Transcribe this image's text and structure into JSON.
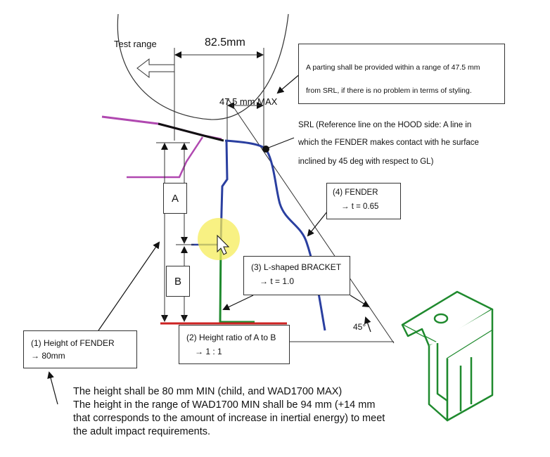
{
  "labels": {
    "test_range": "Test range",
    "dim_82_5": "82.5mm",
    "dim_47_5_max": "47.5 mm MAX",
    "letter_a": "A",
    "letter_b": "B",
    "angle_45": "45°"
  },
  "parting_note": {
    "line1": "A parting shall be provided within a range of 47.5 mm",
    "line2": "from SRL, if there is no problem in terms of styling."
  },
  "srl_note": {
    "line1": "SRL (Reference line on the HOOD side: A line in",
    "line2": "which the FENDER makes contact with he surface",
    "line3": "inclined by 45 deg with respect to GL)"
  },
  "fender_box": {
    "title": "(4) FENDER",
    "value": "→ t = 0.65"
  },
  "bracket_box": {
    "title": "(3) L-shaped BRACKET",
    "value": "→ t = 1.0"
  },
  "ratio_box": {
    "title": "(2) Height ratio of A to B",
    "value": "→ 1 : 1"
  },
  "height_box": {
    "title": "(1) Height of FENDER",
    "value": "→ 80mm"
  },
  "bottom_note": {
    "line1": "The height shall be 80 mm MIN (child, and WAD1700 MAX)",
    "line2": "The height in the range of WAD1700 MIN shall be 94 mm (+14 mm",
    "line3": "that corresponds to the amount of increase in inertial energy) to meet",
    "line4": "the adult impact requirements."
  },
  "colors": {
    "fender": "#2a3fa0",
    "bracket": "#1f8a2e",
    "hood_outer": "#b048b0",
    "hood_black": "#111111",
    "ground_line": "#cc2222",
    "cursor_highlight": "#f5ec5a"
  }
}
